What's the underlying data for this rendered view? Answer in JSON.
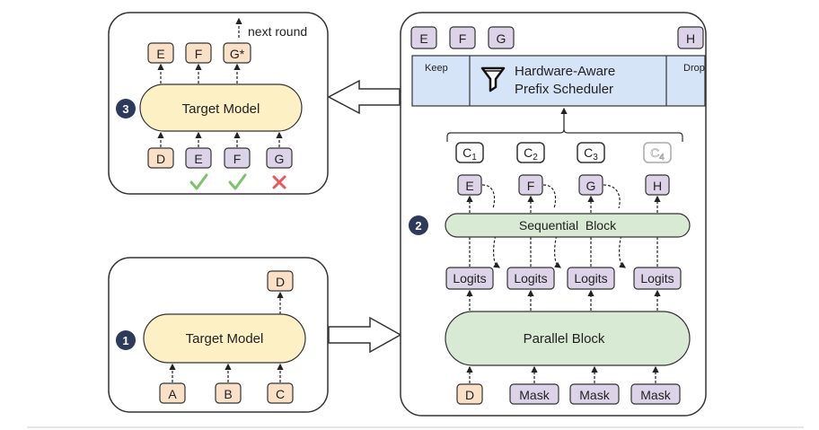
{
  "colors": {
    "orange": "#fbe0c8",
    "purple": "#ddd3e8",
    "yellow": "#fdf0c4",
    "green": "#d8ead3",
    "blue": "#d6e4f7",
    "badge": "#2d3a5c",
    "check": "#7cc46a",
    "cross": "#e8585a"
  },
  "panel3": {
    "badge": "3",
    "model": "Target Model",
    "next_round": "next round",
    "outputs": [
      "E",
      "F",
      "G*"
    ],
    "inputs": [
      "D",
      "E",
      "F",
      "G"
    ],
    "marks": [
      "check-icon",
      "check-icon",
      "cross-icon"
    ]
  },
  "panel1": {
    "badge": "1",
    "model": "Target Model",
    "output": "D",
    "inputs": [
      "A",
      "B",
      "C"
    ]
  },
  "panel2": {
    "badge": "2",
    "keep_tokens": [
      "E",
      "F",
      "G"
    ],
    "drop_token": "H",
    "keep_label": "Keep",
    "drop_label": "Drop",
    "scheduler_line1": "Hardware-Aware",
    "scheduler_line2": "Prefix Scheduler",
    "candidates": [
      {
        "base": "C",
        "sub": "1"
      },
      {
        "base": "C",
        "sub": "2"
      },
      {
        "base": "C",
        "sub": "3"
      },
      {
        "base": "C",
        "sub": "4"
      }
    ],
    "tokens": [
      "E",
      "F",
      "G",
      "H"
    ],
    "sequential": "Sequential  Block",
    "logits": [
      "Logits",
      "Logits",
      "Logits",
      "Logits"
    ],
    "parallel": "Parallel Block",
    "inputs": [
      "D",
      "Mask",
      "Mask",
      "Mask"
    ]
  }
}
